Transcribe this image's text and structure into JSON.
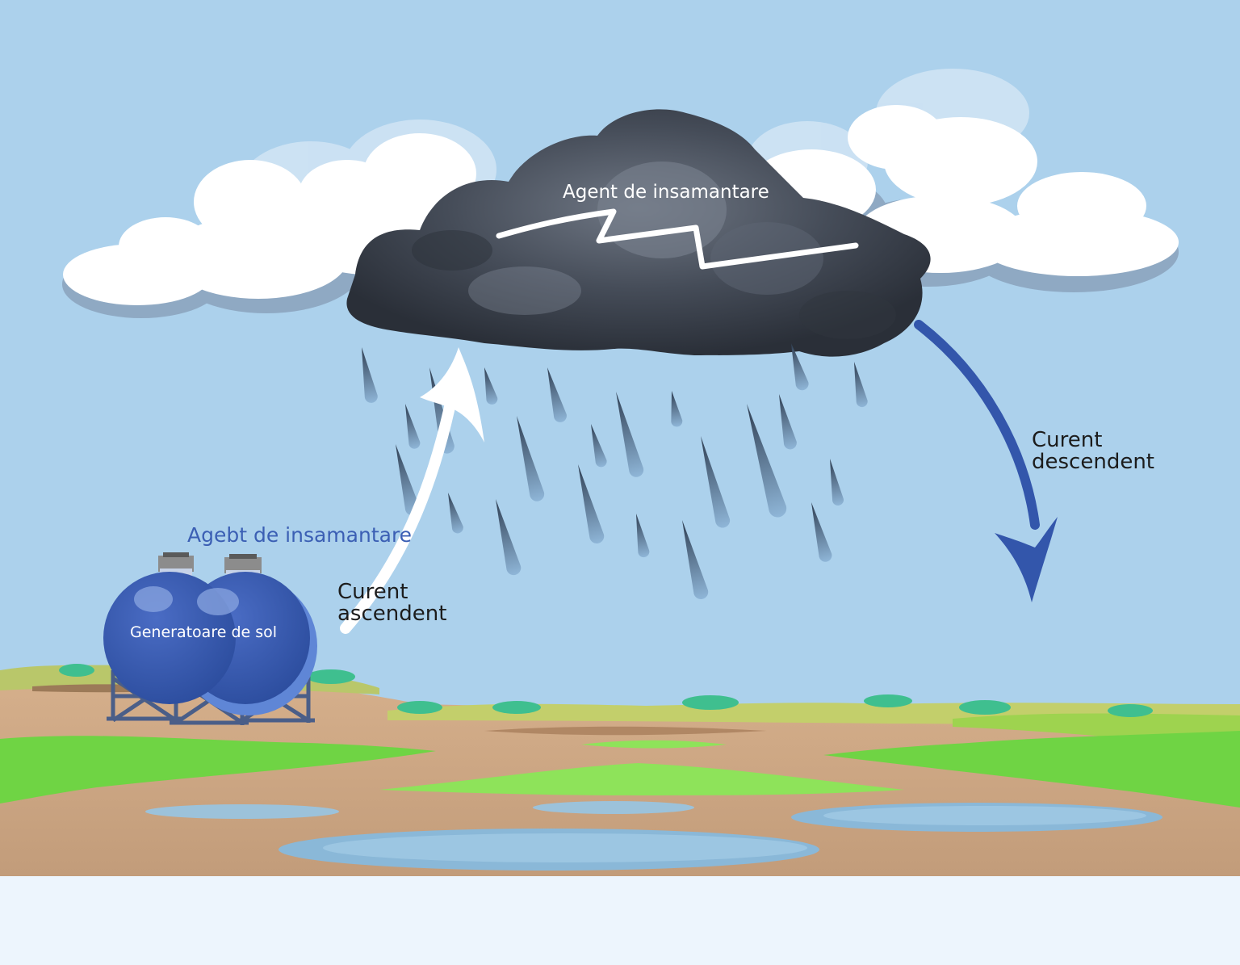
{
  "labels": {
    "cloud_agent": "Agent de insamantare",
    "ground_agent": "Agebt de insamantare",
    "generator": "Generatoare de sol",
    "updraft_line1": "Curent",
    "updraft_line2": "ascendent",
    "downdraft_line1": "Curent",
    "downdraft_line2": "descendent"
  },
  "colors": {
    "sky": "#acd1ec",
    "storm_cloud": "#3f4550",
    "updraft_arrow": "#ffffff",
    "downdraft_arrow": "#3356ab",
    "generator_tank": "#3356ab",
    "ground": "#c9a886",
    "grass": "#7ad64a",
    "water": "#8ab8d8"
  },
  "icons": {
    "storm_cloud": "storm-cloud-icon",
    "generator": "ground-generator-tank-icon",
    "lightning": "lightning-icon",
    "raindrop": "raindrop-icon"
  }
}
